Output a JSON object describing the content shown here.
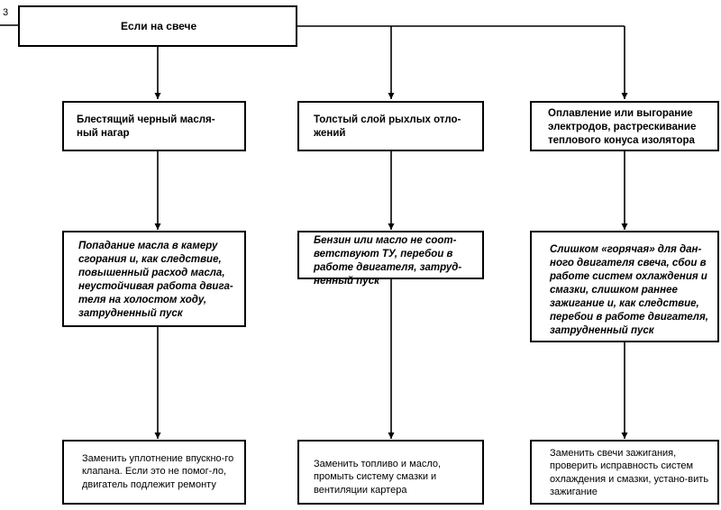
{
  "page_marker": "3",
  "root": {
    "text": "Если на свече"
  },
  "columns": [
    {
      "condition": "Блестящий черный масля-ный нагар",
      "cause": "Попадание масла в камеру сгорания и, как следствие, повышенный расход масла, неустойчивая работа двига-теля на холостом ходу, затрудненный пуск",
      "remedy": "Заменить уплотнение впускно-го клапана. Если это не помог-ло, двигатель подлежит ремонту"
    },
    {
      "condition": "Толстый слой рыхлых отло-жений",
      "cause": "Бензин или масло не соот-ветствуют ТУ, перебои в работе двигателя, затруд-ненный пуск",
      "remedy": "Заменить топливо и масло, промыть систему смазки и вентиляции картера"
    },
    {
      "condition": "Оплавление или выгорание электродов, растрескивание теплового конуса изолятора",
      "cause": "Слишком «горячая» для дан-ного двигателя свеча, сбои в работе систем охлаждения и смазки, слишком раннее зажигание и, как следствие, перебои в работе двигателя, затрудненный пуск",
      "remedy": "Заменить свечи зажигания, проверить исправность систем охлаждения и смазки, устано-вить зажигание"
    }
  ]
}
